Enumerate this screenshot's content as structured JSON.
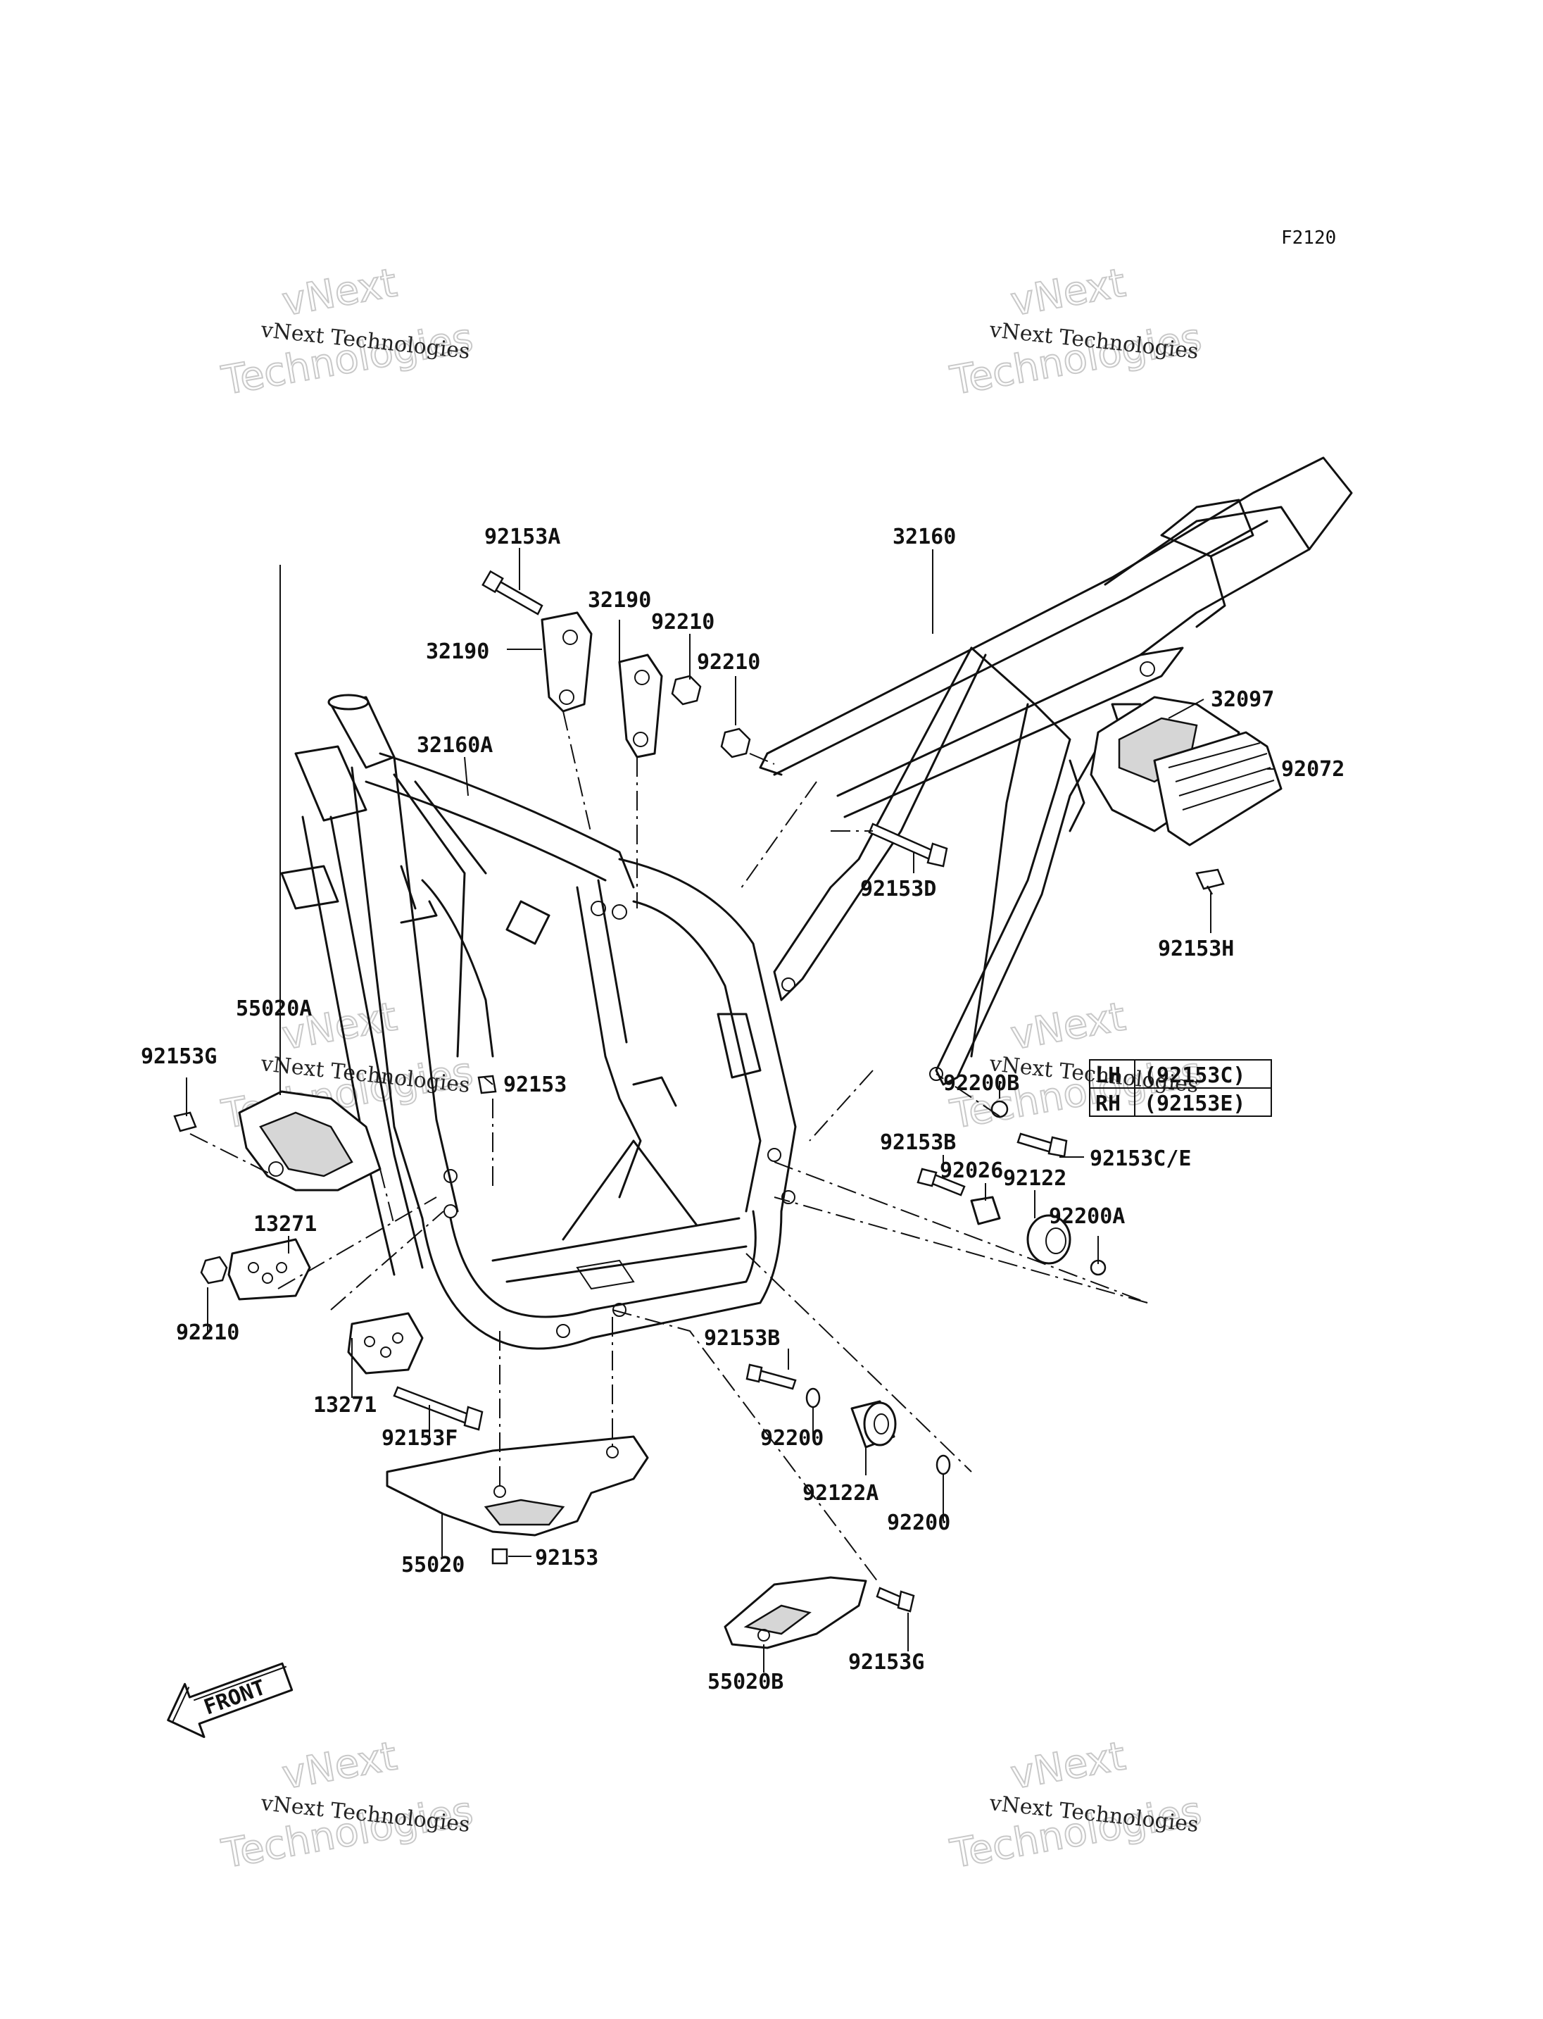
{
  "diagram": {
    "code": "F2120",
    "watermark": {
      "small": "vNext Technologies",
      "big_top": "vNext",
      "big_bottom": "Technologies"
    },
    "front_label": "FRONT",
    "labels": {
      "p92153A": "92153A",
      "p32190a": "32190",
      "p32190b": "32190",
      "p92210a": "92210",
      "p92210b": "92210",
      "p32160": "32160",
      "p32160A": "32160A",
      "p32097": "32097",
      "p92072": "92072",
      "p92153D": "92153D",
      "p92153H": "92153H",
      "p55020A": "55020A",
      "p92153G_left": "92153G",
      "p92153_mid": "92153",
      "p92200B": "92200B",
      "p92153B_upper": "92153B",
      "p92026": "92026",
      "p92153CE": "92153C/E",
      "p92122": "92122",
      "p92200A": "92200A",
      "p13271a": "13271",
      "p92210c": "92210",
      "p13271b": "13271",
      "p92153F": "92153F",
      "p92153B_lower": "92153B",
      "p92200a": "92200",
      "p92122A": "92122A",
      "p92200b": "92200",
      "p55020": "55020",
      "p92153_bottom": "92153",
      "p55020B": "55020B",
      "p92153G_right": "92153G"
    },
    "side_table": [
      {
        "side": "LH",
        "part": "(92153C)"
      },
      {
        "side": "RH",
        "part": "(92153E)"
      }
    ]
  }
}
